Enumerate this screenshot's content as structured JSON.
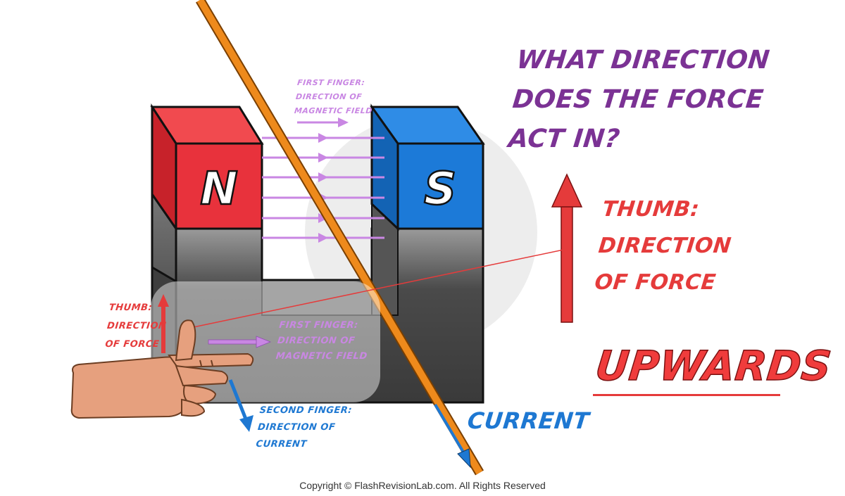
{
  "question": "What direction does the force act in?",
  "magnet": {
    "north_pole": "N",
    "south_pole": "S"
  },
  "labels": {
    "field_top": "First finger: direction of magnetic field",
    "thumb_big": "Thumb: direction of force",
    "thumb_small": "Thumb: direction of force",
    "field_small": "First finger: direction of magnetic field",
    "second_finger": "Second finger: direction of current",
    "current": "Current"
  },
  "answer": "Upwards",
  "footer": {
    "copyright": "Copyright © FlashRevisionLab.com. All Rights Reserved"
  },
  "colors": {
    "north": "#e8323c",
    "south": "#1c7ad8",
    "magnet_body": "#474747",
    "field_arrows": "#c987e3",
    "force": "#e53b3b",
    "current": "#1e78d2",
    "wire": "#ee8a1c",
    "question_text": "#7b3294"
  },
  "icons": [
    "horseshoe-magnet",
    "hand-icon",
    "field-arrow",
    "force-arrow",
    "current-arrow",
    "wire"
  ]
}
